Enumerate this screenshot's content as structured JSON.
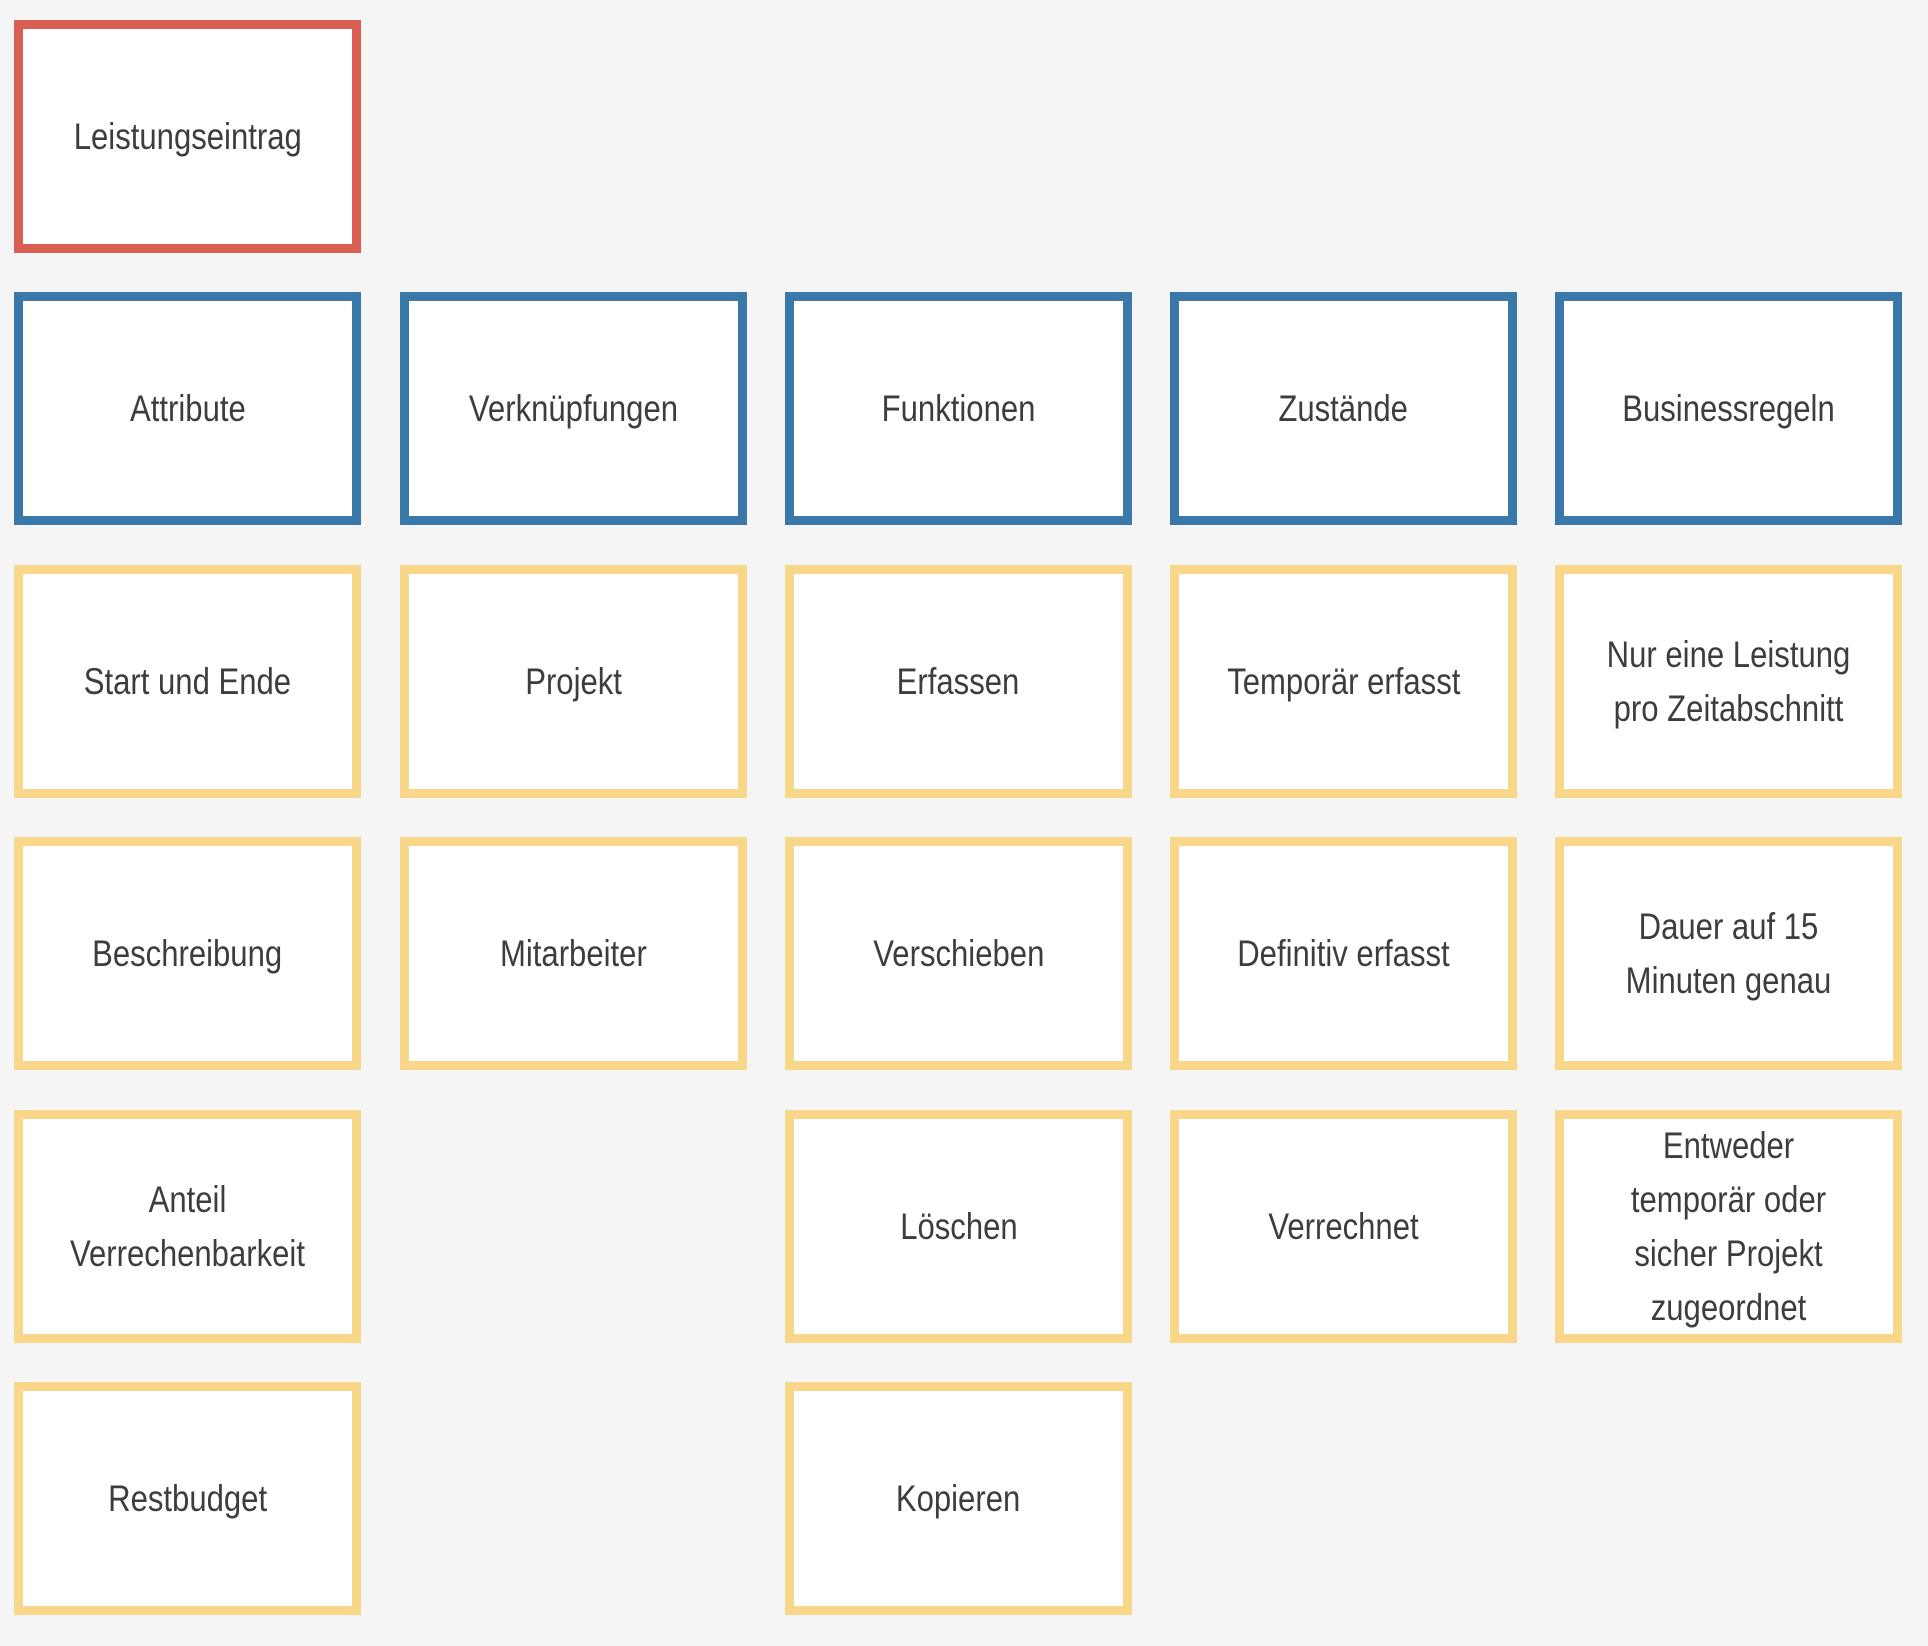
{
  "root": {
    "label": "Leistungseintrag"
  },
  "categories": [
    {
      "label": "Attribute"
    },
    {
      "label": "Verknüpfungen"
    },
    {
      "label": "Funktionen"
    },
    {
      "label": "Zustände"
    },
    {
      "label": "Businessregeln"
    }
  ],
  "columns": [
    {
      "items": [
        "Start und Ende",
        "Beschreibung",
        "Anteil Verrechenbarkeit",
        "Restbudget"
      ]
    },
    {
      "items": [
        "Projekt",
        "Mitarbeiter"
      ]
    },
    {
      "items": [
        "Erfassen",
        "Verschieben",
        "Löschen",
        "Kopieren"
      ]
    },
    {
      "items": [
        "Temporär erfasst",
        "Definitiv erfasst",
        "Verrechnet"
      ]
    },
    {
      "items": [
        "Nur eine Leistung pro Zeitabschnitt",
        "Dauer auf 15 Minuten genau",
        "Entweder temporär oder sicher Projekt zugeordnet"
      ]
    }
  ],
  "colors": {
    "root_border": "#d95f52",
    "category_border": "#3a78a9",
    "item_border": "#f8d78b",
    "background": "#f5f5f5",
    "card_fill": "#ffffff",
    "text": "#3d3d3d"
  }
}
